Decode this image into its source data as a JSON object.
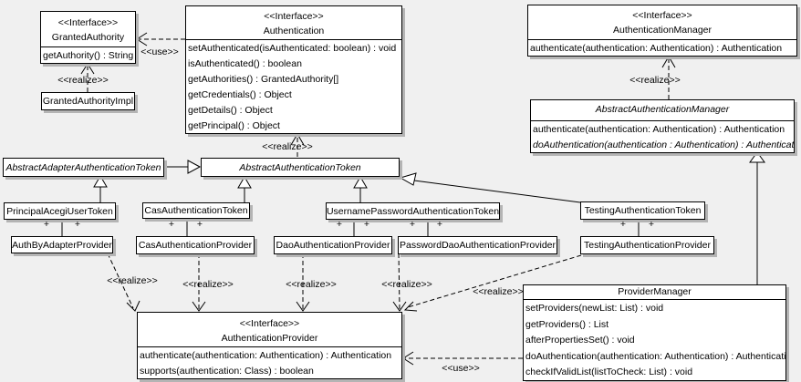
{
  "colors": {
    "background": "#f0f0f0",
    "box_fill": "#ffffff",
    "line": "#000000",
    "shadow": "#b4b4b4"
  },
  "labels": {
    "use": "<<use>>",
    "realize": "<<realize>>",
    "plus": "+"
  },
  "boxes": {
    "granted_authority": {
      "stereotype": "<<Interface>>",
      "name": "GrantedAuthority",
      "methods": [
        "getAuthority() : String"
      ]
    },
    "granted_authority_impl": {
      "name": "GrantedAuthorityImpl"
    },
    "authentication": {
      "stereotype": "<<Interface>>",
      "name": "Authentication",
      "methods": [
        "setAuthenticated(isAuthenticated: boolean) : void",
        "isAuthenticated() : boolean",
        "getAuthorities() : GrantedAuthority[]",
        "getCredentials() : Object",
        "getDetails() : Object",
        "getPrincipal() : Object"
      ]
    },
    "authentication_manager": {
      "stereotype": "<<Interface>>",
      "name": "AuthenticationManager",
      "methods": [
        "authenticate(authentication: Authentication) : Authentication"
      ]
    },
    "abstract_authentication_manager": {
      "name": "AbstractAuthenticationManager",
      "methods": [
        "authenticate(authentication: Authentication) : Authentication",
        "doAuthentication(authentication : Authentication) : Authentication"
      ]
    },
    "abstract_adapter_authentication_token": {
      "name": "AbstractAdapterAuthenticationToken"
    },
    "abstract_authentication_token": {
      "name": "AbstractAuthenticationToken"
    },
    "principal_acegi_user_token": {
      "name": "PrincipalAcegiUserToken"
    },
    "cas_authentication_token": {
      "name": "CasAuthenticationToken"
    },
    "username_password_authentication_token": {
      "name": "UsernamePasswordAuthenticationToken"
    },
    "testing_authentication_token": {
      "name": "TestingAuthenticationToken"
    },
    "auth_by_adapter_provider": {
      "name": "AuthByAdapterProvider"
    },
    "cas_authentication_provider": {
      "name": "CasAuthenticationProvider"
    },
    "dao_authentication_provider": {
      "name": "DaoAuthenticationProvider"
    },
    "password_dao_authentication_provider": {
      "name": "PasswordDaoAuthenticationProvider"
    },
    "testing_authentication_provider": {
      "name": "TestingAuthenticationProvider"
    },
    "authentication_provider": {
      "stereotype": "<<Interface>>",
      "name": "AuthenticationProvider",
      "methods": [
        "authenticate(authentication: Authentication) : Authentication",
        "supports(authentication: Class) : boolean"
      ]
    },
    "provider_manager": {
      "name": "ProviderManager",
      "methods": [
        "setProviders(newList: List) : void",
        "getProviders() : List",
        "afterPropertiesSet() : void",
        "doAuthentication(authentication: Authentication) : Authentication",
        "checkIfValidList(listToCheck: List) : void"
      ]
    }
  }
}
